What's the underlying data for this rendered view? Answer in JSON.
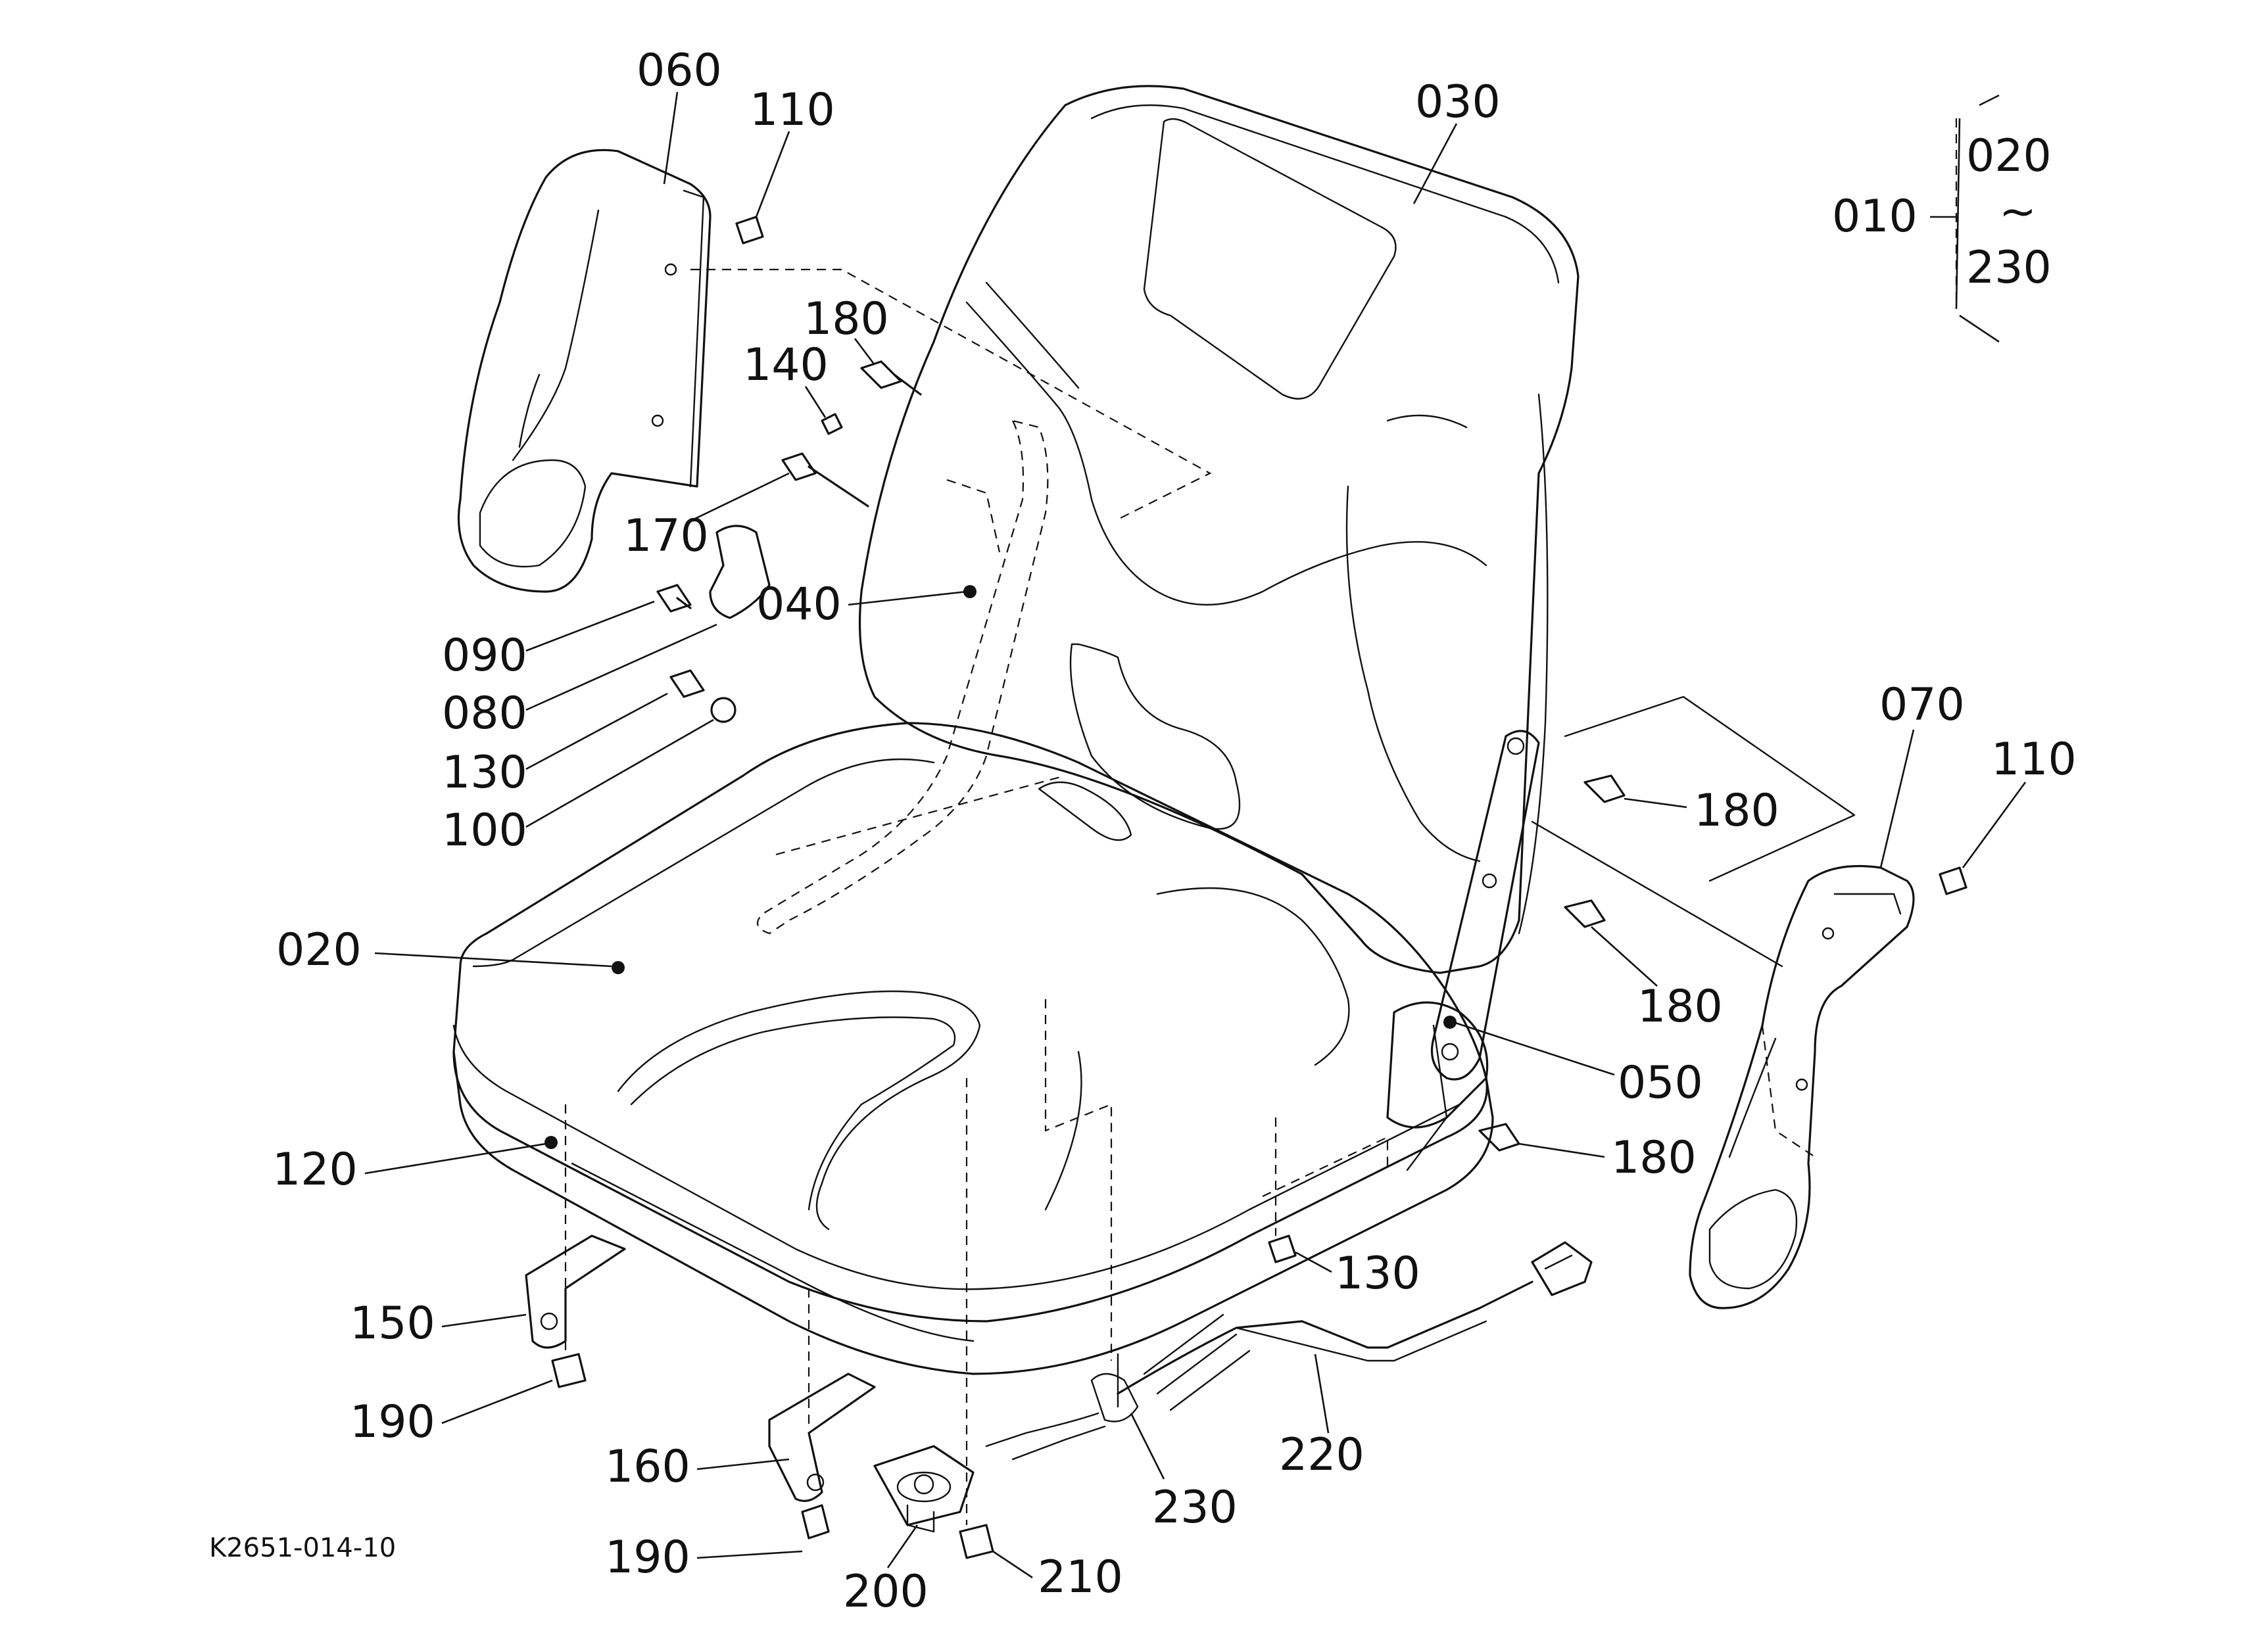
{
  "labels": {
    "p010": "010",
    "p020": "020",
    "p030": "030",
    "p040": "040",
    "p050": "050",
    "p060": "060",
    "p070": "070",
    "p080": "080",
    "p090": "090",
    "p100": "100",
    "p110a": "110",
    "p110b": "110",
    "p120": "120",
    "p130a": "130",
    "p130b": "130",
    "p140": "140",
    "p150": "150",
    "p160": "160",
    "p170": "170",
    "p180a": "180",
    "p180b": "180",
    "p180c": "180",
    "p180d": "180",
    "p190a": "190",
    "p190b": "190",
    "p200": "200",
    "p210": "210",
    "p220": "220",
    "p230": "230",
    "range_start": "020",
    "range_tilde": "~",
    "range_end": "230"
  },
  "drawing_code": "K2651-014-10"
}
